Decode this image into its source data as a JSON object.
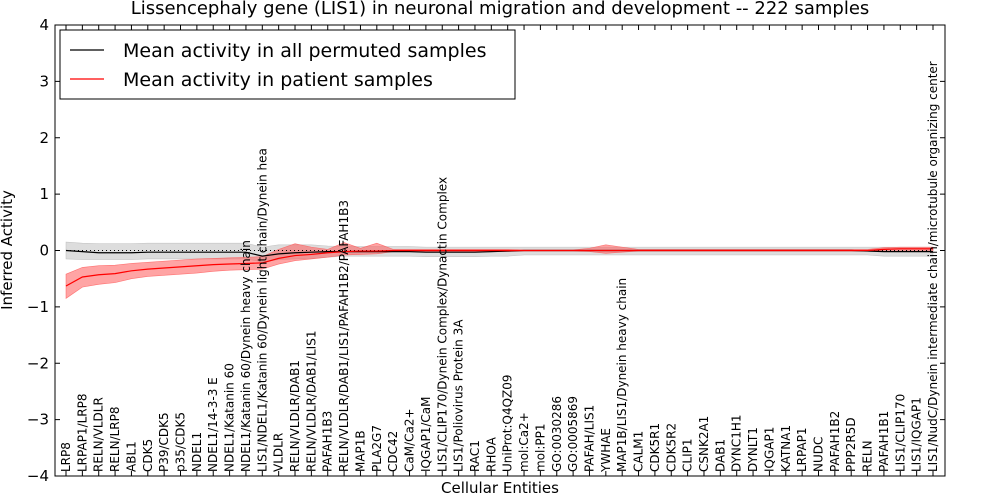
{
  "chart_data": {
    "type": "line",
    "title": "Lissencephaly gene (LIS1) in neuronal migration and development -- 222 samples",
    "xlabel": "Cellular Entities",
    "ylabel": "Inferred Activity",
    "ylim": [
      -4,
      4
    ],
    "yticks": [
      -4,
      -3,
      -2,
      -1,
      0,
      1,
      2,
      3,
      4
    ],
    "ytick_labels": [
      "−4",
      "−3",
      "−2",
      "−1",
      "0",
      "1",
      "2",
      "3",
      "4"
    ],
    "grid": false,
    "legend_position": "top-left",
    "colors": {
      "permuted": "#000000",
      "patient": "#ff0000",
      "permuted_band": "#bbbbbb",
      "patient_band": "#ff5a5a"
    },
    "categories": [
      "LRP8",
      "LRPAP1/LRP8",
      "RELN/VLDLR",
      "RELN/LRP8",
      "ABL1",
      "CDK5",
      "P39/CDK5",
      "p35/CDK5",
      "NDEL1",
      "NDEL1/14-3-3 E",
      "NDEL1/Katanin 60",
      "NDEL1/Katanin 60/Dynein heavy chain",
      "LIS1/NDEL1/Katanin 60/Dynein light chain/Dynein hea",
      "VLDLR",
      "RELN/VLDLR/DAB1",
      "RELN/VLDLR/DAB1/LIS1",
      "PAFAH1B3",
      "RELN/VLDLR/DAB1/LIS1/PAFAH1B2/PAFAH1B3",
      "MAP1B",
      "PLA2G7",
      "CDC42",
      "CaM/Ca2+",
      "IQGAP1/CaM",
      "LIS1/CLIP170/Dynein Complex/Dynactin Complex",
      "LIS1/Poliovirus Protein 3A",
      "RAC1",
      "RHOA",
      "UniProt:Q4QZ09",
      "mol:Ca2+",
      "mol:PP1",
      "GO:0030286",
      "GO:0005869",
      "PAFAH/LIS1",
      "YWHAE",
      "MAP1B/LIS1/Dynein heavy chain",
      "CALM1",
      "CDK5R1",
      "CDK5R2",
      "CLIP1",
      "CSNK2A1",
      "DAB1",
      "DYNC1H1",
      "DYNLT1",
      "IQGAP1",
      "KATNA1",
      "LRPAP1",
      "NUDC",
      "PAFAH1B2",
      "PPP2R5D",
      "RELN",
      "PAFAH1B1",
      "LIS1/CLIP170",
      "LIS1/IQGAP1",
      "LIS1/NudC/Dynein intermediate chain/microtubule organizing center"
    ],
    "series": [
      {
        "name": "Mean activity in all permuted samples",
        "values": [
          0.0,
          -0.02,
          -0.04,
          -0.04,
          -0.04,
          -0.03,
          -0.03,
          -0.03,
          -0.03,
          -0.03,
          -0.03,
          -0.03,
          -0.1,
          -0.06,
          -0.04,
          -0.03,
          -0.02,
          -0.02,
          -0.02,
          -0.02,
          -0.02,
          -0.02,
          -0.03,
          -0.03,
          -0.03,
          -0.03,
          -0.02,
          -0.01,
          0.0,
          0.0,
          0.0,
          0.0,
          0.0,
          0.0,
          0.0,
          0.0,
          0.0,
          0.0,
          0.0,
          0.0,
          0.0,
          0.0,
          0.0,
          0.0,
          0.0,
          0.0,
          0.0,
          0.0,
          0.0,
          -0.01,
          -0.02,
          -0.02,
          -0.02,
          -0.02
        ],
        "band_low": [
          -0.15,
          -0.16,
          -0.16,
          -0.16,
          -0.16,
          -0.15,
          -0.15,
          -0.15,
          -0.15,
          -0.15,
          -0.15,
          -0.15,
          -0.2,
          -0.16,
          -0.15,
          -0.14,
          -0.12,
          -0.1,
          -0.1,
          -0.1,
          -0.1,
          -0.1,
          -0.11,
          -0.11,
          -0.11,
          -0.11,
          -0.1,
          -0.1,
          -0.08,
          -0.08,
          -0.08,
          -0.08,
          -0.08,
          -0.08,
          -0.08,
          -0.08,
          -0.08,
          -0.08,
          -0.08,
          -0.08,
          -0.08,
          -0.08,
          -0.08,
          -0.08,
          -0.08,
          -0.08,
          -0.08,
          -0.08,
          -0.08,
          -0.08,
          -0.1,
          -0.1,
          -0.1,
          -0.1
        ],
        "band_high": [
          0.15,
          0.13,
          0.12,
          0.12,
          0.12,
          0.13,
          0.13,
          0.13,
          0.13,
          0.13,
          0.13,
          0.13,
          0.06,
          0.1,
          0.1,
          0.1,
          0.08,
          0.07,
          0.07,
          0.07,
          0.07,
          0.07,
          0.06,
          0.06,
          0.06,
          0.06,
          0.06,
          0.06,
          0.06,
          0.06,
          0.06,
          0.06,
          0.06,
          0.06,
          0.06,
          0.06,
          0.06,
          0.06,
          0.06,
          0.06,
          0.06,
          0.06,
          0.06,
          0.06,
          0.06,
          0.06,
          0.06,
          0.06,
          0.06,
          0.06,
          0.06,
          0.06,
          0.06,
          0.06
        ]
      },
      {
        "name": "Mean activity in patient samples",
        "values": [
          -0.63,
          -0.47,
          -0.43,
          -0.41,
          -0.36,
          -0.33,
          -0.31,
          -0.29,
          -0.27,
          -0.25,
          -0.24,
          -0.23,
          -0.22,
          -0.14,
          -0.09,
          -0.07,
          -0.04,
          -0.02,
          -0.01,
          -0.01,
          0.0,
          0.0,
          0.0,
          0.0,
          0.0,
          0.0,
          0.0,
          0.0,
          0.0,
          0.0,
          0.0,
          0.0,
          0.0,
          0.0,
          0.0,
          0.0,
          0.0,
          0.0,
          0.0,
          0.0,
          0.0,
          0.0,
          0.0,
          0.0,
          0.0,
          0.0,
          0.0,
          0.0,
          0.0,
          0.0,
          0.02,
          0.03,
          0.03,
          0.03
        ],
        "band_low": [
          -0.85,
          -0.65,
          -0.6,
          -0.57,
          -0.5,
          -0.46,
          -0.44,
          -0.42,
          -0.4,
          -0.37,
          -0.35,
          -0.34,
          -0.33,
          -0.24,
          -0.18,
          -0.15,
          -0.12,
          -0.08,
          -0.07,
          -0.06,
          -0.02,
          -0.02,
          -0.02,
          -0.02,
          -0.02,
          -0.02,
          -0.02,
          -0.02,
          -0.01,
          -0.01,
          -0.01,
          -0.01,
          -0.02,
          -0.05,
          -0.03,
          -0.01,
          -0.01,
          -0.01,
          -0.01,
          -0.01,
          -0.01,
          -0.01,
          -0.01,
          -0.01,
          -0.01,
          -0.01,
          -0.01,
          -0.01,
          -0.01,
          -0.01,
          0.0,
          0.0,
          0.0,
          0.0
        ],
        "band_high": [
          -0.42,
          -0.3,
          -0.27,
          -0.26,
          -0.23,
          -0.21,
          -0.19,
          -0.17,
          -0.15,
          -0.14,
          -0.13,
          -0.12,
          -0.11,
          0.02,
          0.12,
          0.06,
          0.02,
          0.14,
          0.04,
          0.13,
          0.02,
          0.02,
          0.02,
          0.02,
          0.02,
          0.02,
          0.02,
          0.02,
          0.01,
          0.01,
          0.01,
          0.01,
          0.04,
          0.1,
          0.06,
          0.02,
          0.02,
          0.02,
          0.02,
          0.02,
          0.02,
          0.02,
          0.02,
          0.02,
          0.02,
          0.02,
          0.02,
          0.02,
          0.02,
          0.02,
          0.05,
          0.06,
          0.06,
          0.06
        ]
      }
    ],
    "reference_line": {
      "y": 0,
      "style": "dotted"
    }
  }
}
